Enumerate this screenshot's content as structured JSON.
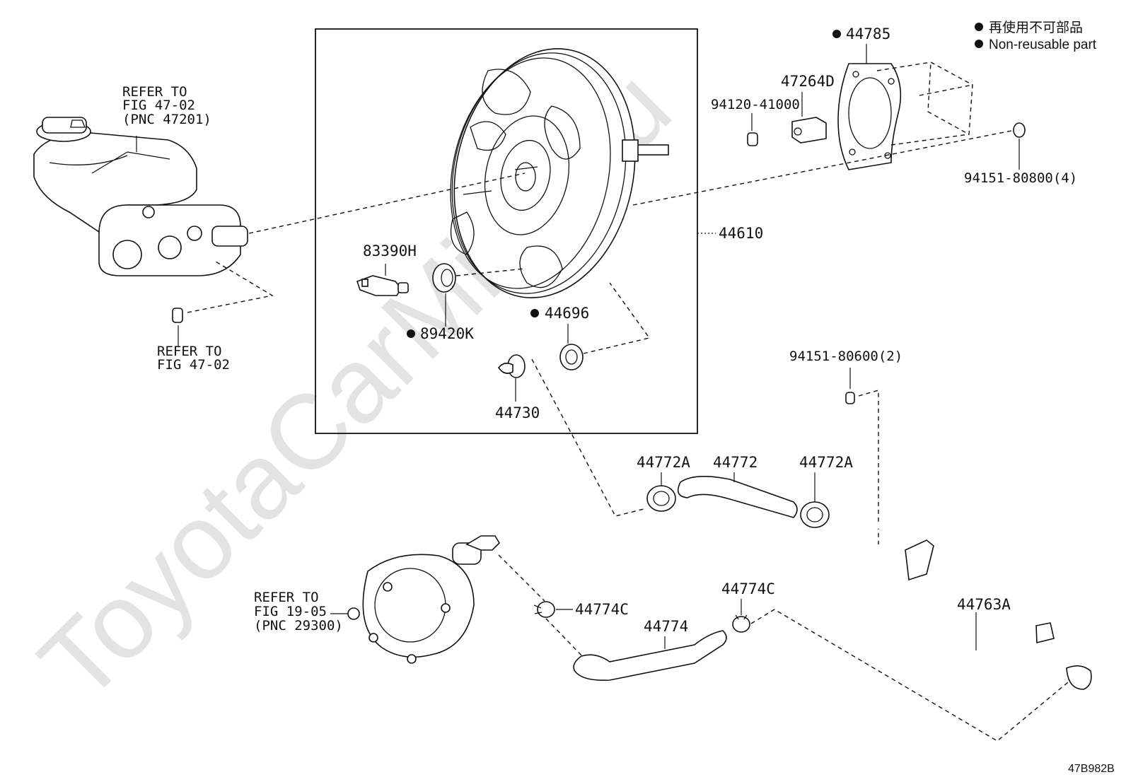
{
  "watermark": "ToyotaCarMine.ru",
  "legend": {
    "line_japanese": "再使用不可部品",
    "line_english": "Non-reusable part"
  },
  "diagram_code": "47B982B",
  "parts": {
    "p44785": "44785",
    "p47264D": "47264D",
    "p94120": "94120-41000",
    "p94151_8": "94151-80800(4)",
    "p44610": "44610",
    "p83390H": "83390H",
    "p89420K": "89420K",
    "p44696": "44696",
    "p44730": "44730",
    "p94151_6": "94151-80600(2)",
    "p44772A_left": "44772A",
    "p44772": "44772",
    "p44772A_right": "44772A",
    "p44774C_left": "44774C",
    "p44774C_right": "44774C",
    "p44774": "44774",
    "p44763A": "44763A"
  },
  "refs": {
    "master_cylinder": [
      "REFER TO",
      "FIG 47-02",
      "(PNC 47201)"
    ],
    "clip": [
      "REFER TO",
      "FIG 47-02"
    ],
    "vacuum_pump": [
      "REFER TO",
      "FIG 19-05",
      "(PNC 29300)"
    ]
  }
}
